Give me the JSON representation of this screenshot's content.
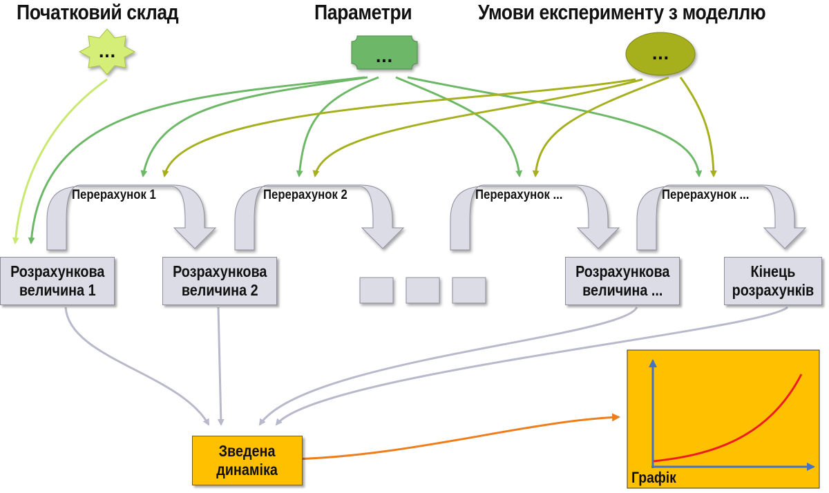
{
  "titles": {
    "initial": "Початковий склад",
    "parameters": "Параметри",
    "conditions": "Умови експерименту з моделлю"
  },
  "sources": {
    "initial_text": "...",
    "parameters_text": "...",
    "conditions_text": "..."
  },
  "recalc": {
    "r1": "Перерахунок 1",
    "r2": "Перерахунок 2",
    "r3": "Перерахунок ...",
    "r4": "Перерахунок ..."
  },
  "values": {
    "v1_line1": "Розрахункова",
    "v1_line2": "величина 1",
    "v2_line1": "Розрахункова",
    "v2_line2": "величина 2",
    "v3_line1": "Розрахункова",
    "v3_line2": "величина ...",
    "end_line1": "Кінець",
    "end_line2": "розрахунків"
  },
  "summary": "Зведена\nдинаміка",
  "graph": {
    "label": "Графік"
  },
  "colors": {
    "initial": "#d4ee78",
    "parameters": "#6db867",
    "conditions": "#a6b01f",
    "value_box": "#dcdce6",
    "summary": "#ffc000",
    "graph_bg": "#ffc000",
    "graph_curve": "#ee1c1c",
    "axis": "#4472c4",
    "summary_arrow": "#ee7d1b",
    "flow_arrow": "#b9b9cc"
  }
}
